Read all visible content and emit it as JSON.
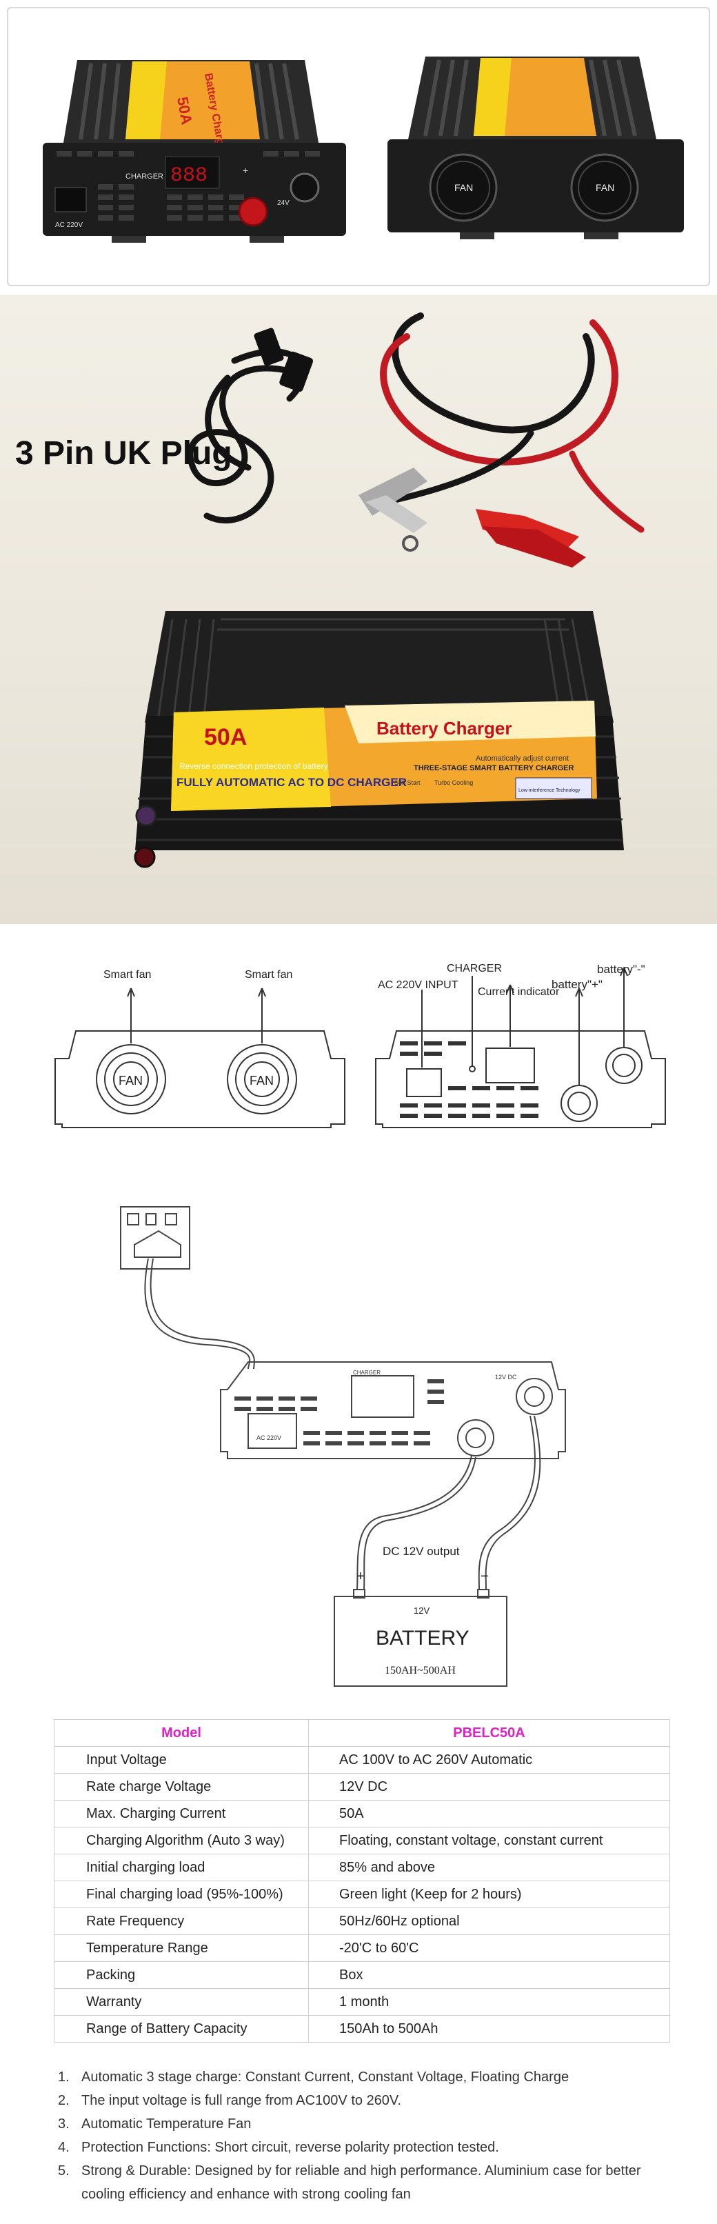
{
  "product_photos": {
    "front_labels": {
      "ac_input": "AC 220V",
      "charger": "CHARGER",
      "output": "24V",
      "plus": "+",
      "minus": "-"
    },
    "rear_labels": {
      "fan_left": "FAN",
      "fan_right": "FAN"
    },
    "label_rating": "50A",
    "label_brand": "Battery Charger"
  },
  "accessories_photo": {
    "plug_caption": "3 Pin UK Plug",
    "rating": "50A",
    "brand": "Battery Charger",
    "auto_adjust": "Automatically adjust current",
    "three_stage": "THREE-STAGE SMART BATTERY CHARGER",
    "reverse_protection": "Reverse connection protection of battery",
    "fully_auto": "FULLY AUTOMATIC AC TO DC CHARGER",
    "soft_start": "Soft Start",
    "turbo_cooling": "Turbo Cooling",
    "low_interference": "Low-interference Technology"
  },
  "panel_diagram": {
    "smart_fan_left": "Smart fan",
    "smart_fan_right": "Smart fan",
    "fan_left": "FAN",
    "fan_right": "FAN",
    "charger": "CHARGER",
    "ac_input": "AC 220V INPUT",
    "current_indicator": "Current indicator",
    "battery_plus": "battery\"+\"",
    "battery_minus": "battery\"-\""
  },
  "wiring_diagram": {
    "dc_output": "DC 12V output",
    "battery_label": "BATTERY",
    "battery_voltage": "12V",
    "battery_capacity": "150AH~500AH",
    "plus": "+",
    "minus": "−",
    "panel_ac": "AC 220V",
    "panel_dc": "12V DC",
    "panel_charger": "CHARGER"
  },
  "spec_table": {
    "header": {
      "model_label": "Model",
      "model_value": "PBELC50A"
    },
    "rows": [
      {
        "label": "Input Voltage",
        "value": "AC 100V to AC 260V Automatic"
      },
      {
        "label": "Rate charge Voltage",
        "value": "12V DC"
      },
      {
        "label": "Max. Charging Current",
        "value": "50A"
      },
      {
        "label": "Charging Algorithm (Auto 3 way)",
        "value": "Floating, constant voltage, constant current"
      },
      {
        "label": "Initial charging load",
        "value": "85% and above"
      },
      {
        "label": "Final charging load (95%-100%)",
        "value": "Green light (Keep for 2 hours)"
      },
      {
        "label": "Rate Frequency",
        "value": "50Hz/60Hz optional"
      },
      {
        "label": "Temperature Range",
        "value": "-20'C to 60'C"
      },
      {
        "label": "Packing",
        "value": "Box"
      },
      {
        "label": "Warranty",
        "value": "1 month"
      },
      {
        "label": "Range of Battery Capacity",
        "value": "150Ah to 500Ah"
      }
    ]
  },
  "notes": [
    {
      "num": "1.",
      "text": "Automatic 3 stage charge: Constant Current, Constant Voltage, Floating Charge"
    },
    {
      "num": "2.",
      "text": "The input voltage is full range from AC100V to 260V."
    },
    {
      "num": "3.",
      "text": "Automatic Temperature Fan"
    },
    {
      "num": "4.",
      "text": "Protection Functions: Short circuit, reverse polarity protection tested."
    },
    {
      "num": "5.",
      "text": "Strong & Durable: Designed by for reliable and high performance. Aluminium case for better cooling efficiency and enhance with strong cooling fan"
    }
  ]
}
